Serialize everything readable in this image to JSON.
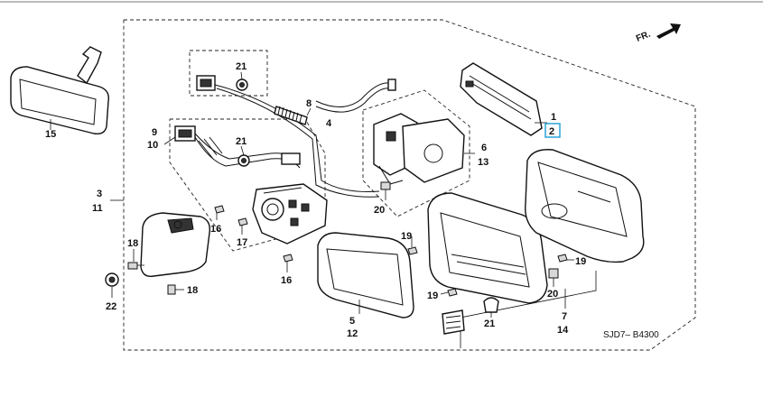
{
  "diagram": {
    "direction_label": "FR.",
    "diagram_code": "SJD7– B4300",
    "highlight_color": "#2aa4d8",
    "callouts": {
      "c1": "1",
      "c2": "2",
      "c3": "3",
      "c11": "11",
      "c4": "4",
      "c8": "8",
      "c5": "5",
      "c12": "12",
      "c6": "6",
      "c13": "13",
      "c7": "7",
      "c14": "14",
      "c9": "9",
      "c10": "10",
      "c15": "15",
      "c16a": "16",
      "c16b": "16",
      "c17": "17",
      "c18a": "18",
      "c18b": "18",
      "c19a": "19",
      "c19b": "19",
      "c19c": "19",
      "c20a": "20",
      "c20b": "20",
      "c21a": "21",
      "c21b": "21",
      "c21c": "21",
      "c22": "22"
    }
  }
}
